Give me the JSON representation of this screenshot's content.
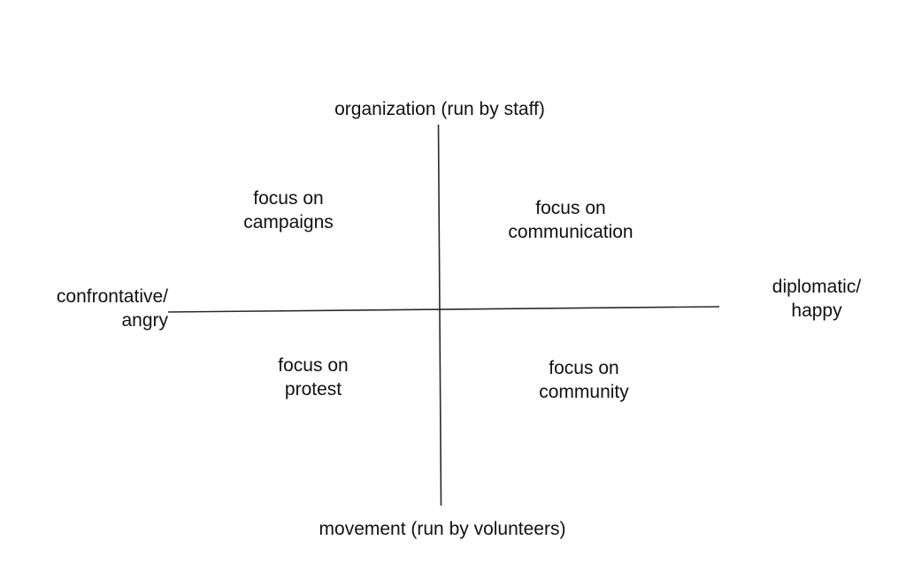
{
  "diagram": {
    "type": "2x2-quadrant-matrix",
    "background_color": "#ffffff",
    "line_color": "#2a2a2a",
    "text_color": "#111111",
    "axes": {
      "vertical": {
        "top_label": "organization (run by staff)",
        "bottom_label": "movement (run by volunteers)"
      },
      "horizontal": {
        "left_label": "confrontative/\nangry",
        "right_label": "diplomatic/\nhappy"
      }
    },
    "quadrants": [
      {
        "position": "top-left",
        "label": "focus on\ncampaigns"
      },
      {
        "position": "top-right",
        "label": "focus on\ncommunication"
      },
      {
        "position": "bottom-left",
        "label": "focus on\nprotest"
      },
      {
        "position": "bottom-right",
        "label": "focus on\ncommunity"
      }
    ]
  }
}
